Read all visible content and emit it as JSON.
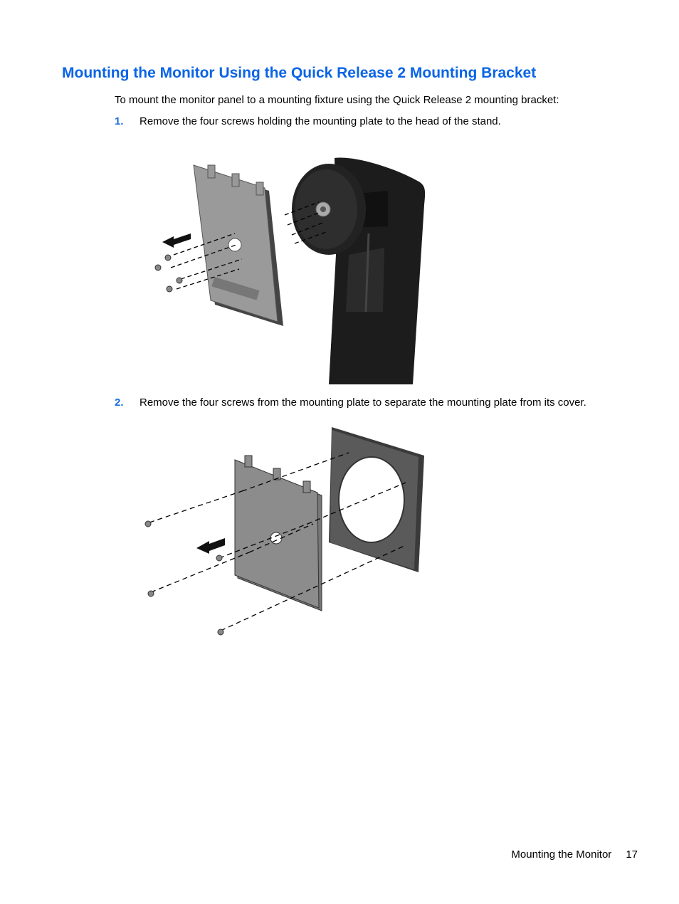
{
  "heading": "Mounting the Monitor Using the Quick Release 2 Mounting Bracket",
  "intro": "To mount the monitor panel to a mounting fixture using the Quick Release 2 mounting bracket:",
  "steps": [
    {
      "number": "1.",
      "text": "Remove the four screws holding the mounting plate to the head of the stand."
    },
    {
      "number": "2.",
      "text": "Remove the four screws from the mounting plate to separate the mounting plate from its cover."
    }
  ],
  "footer": {
    "section": "Mounting the Monitor",
    "page_number": "17"
  },
  "colors": {
    "heading": "#0a64e6",
    "step_number": "#1a6be0"
  }
}
